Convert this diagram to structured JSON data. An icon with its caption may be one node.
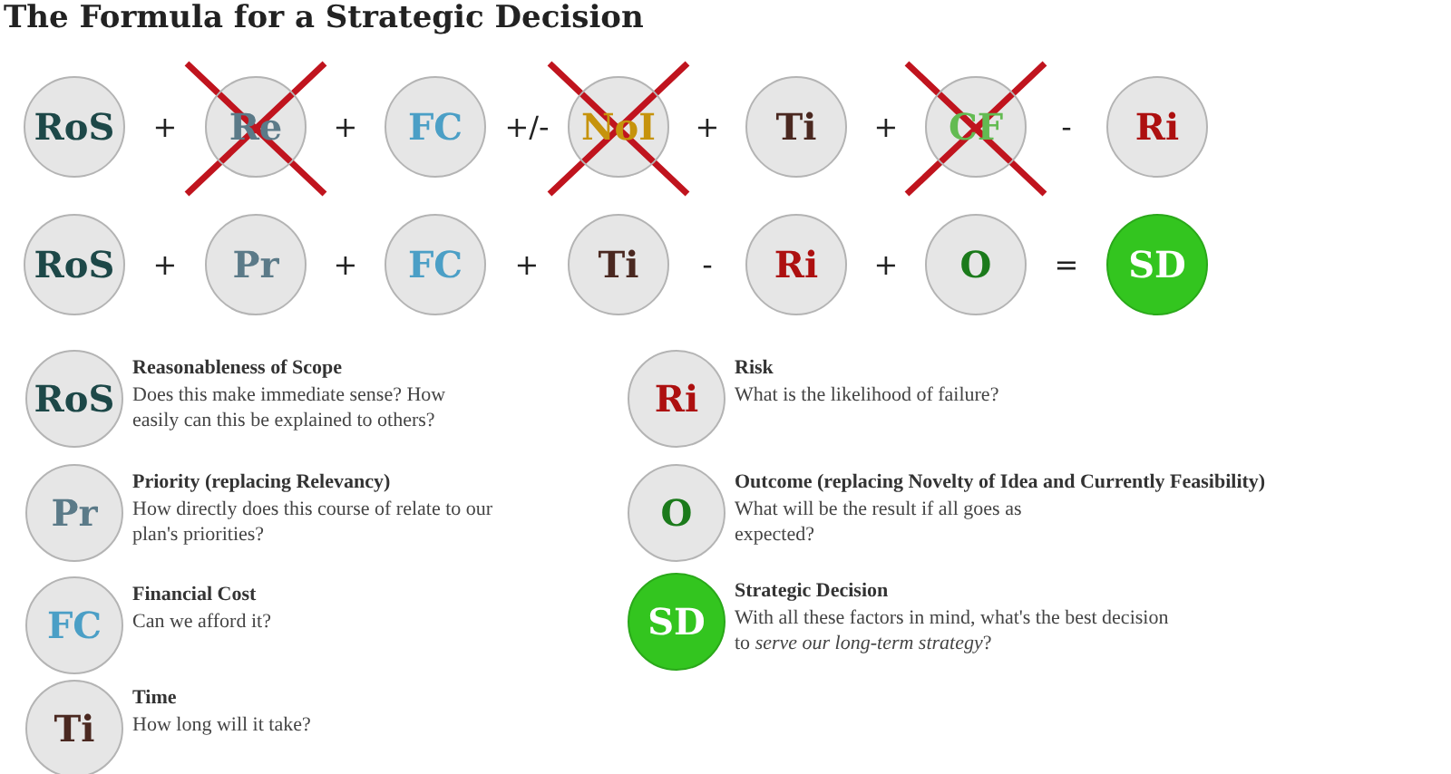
{
  "diagram": {
    "title": "The Formula for a Strategic Decision",
    "nodes": [
      {
        "text": [
          "RoS"
        ]
      },
      {
        "text": [
          "Re"
        ]
      },
      {
        "text": [
          "FC"
        ]
      },
      {
        "text": [
          "NoI"
        ]
      },
      {
        "text": [
          "Ti"
        ]
      },
      {
        "text": [
          "CF"
        ]
      },
      {
        "text": [
          "Ri"
        ]
      },
      {
        "text": [
          "RoS"
        ]
      },
      {
        "text": [
          "Pr"
        ]
      },
      {
        "text": [
          "FC"
        ]
      },
      {
        "text": [
          "Ti"
        ]
      },
      {
        "text": [
          "Ri"
        ]
      },
      {
        "text": [
          "O"
        ]
      },
      {
        "text": [
          "SD"
        ]
      },
      {
        "text": [
          "RoS"
        ],
        "beside": [
          "Reasonableness of Scope",
          "Does this make immediate sense? How easily can this be explained to others?"
        ]
      },
      {
        "text": [
          "Pr"
        ],
        "beside": [
          "Priority (replacing Relevancy)",
          "How directly does this course of relate to our plan's priorities?"
        ]
      },
      {
        "text": [
          "FC"
        ],
        "beside": [
          "Financial Cost",
          "Can we afford it?"
        ]
      },
      {
        "text": [
          "Ti"
        ],
        "beside": [
          "Time",
          "How long will it take?"
        ]
      },
      {
        "text": [
          "Ri"
        ],
        "beside": [
          "Risk",
          "What is the likelihood of failure?"
        ]
      },
      {
        "text": [
          "O"
        ],
        "beside": [
          "Outcome (replacing Novelty of Idea and Currently Feasibility)",
          "What will be the result if all goes as expected?"
        ]
      },
      {
        "text": [
          "SD"
        ],
        "beside": [
          "Strategic Decision",
          "With all these factors in mind, what's the best decision to *serve our long-term strategy*?"
        ]
      }
    ],
    "labels": [
      "+",
      "+",
      "+/-",
      "+",
      "+",
      "-",
      "+",
      "+",
      "+",
      "-",
      "+",
      "="
    ]
  }
}
